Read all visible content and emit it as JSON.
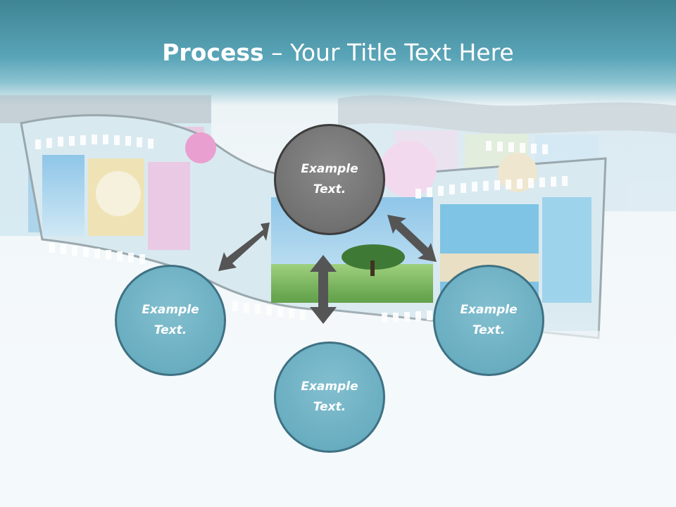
{
  "title": {
    "bold": "Process",
    "rest": " – Your Title Text Here"
  },
  "nodes": {
    "center": "Example Text.",
    "left": "Example Text.",
    "right": "Example Text.",
    "bottom": "Example Text."
  },
  "colors": {
    "header": "#4d97aa",
    "node_gray": "#717171",
    "node_teal": "#6aaec1",
    "arrow": "#555555"
  },
  "icons": {
    "arrows": "double-headed-arrow",
    "background": "film-strip"
  }
}
